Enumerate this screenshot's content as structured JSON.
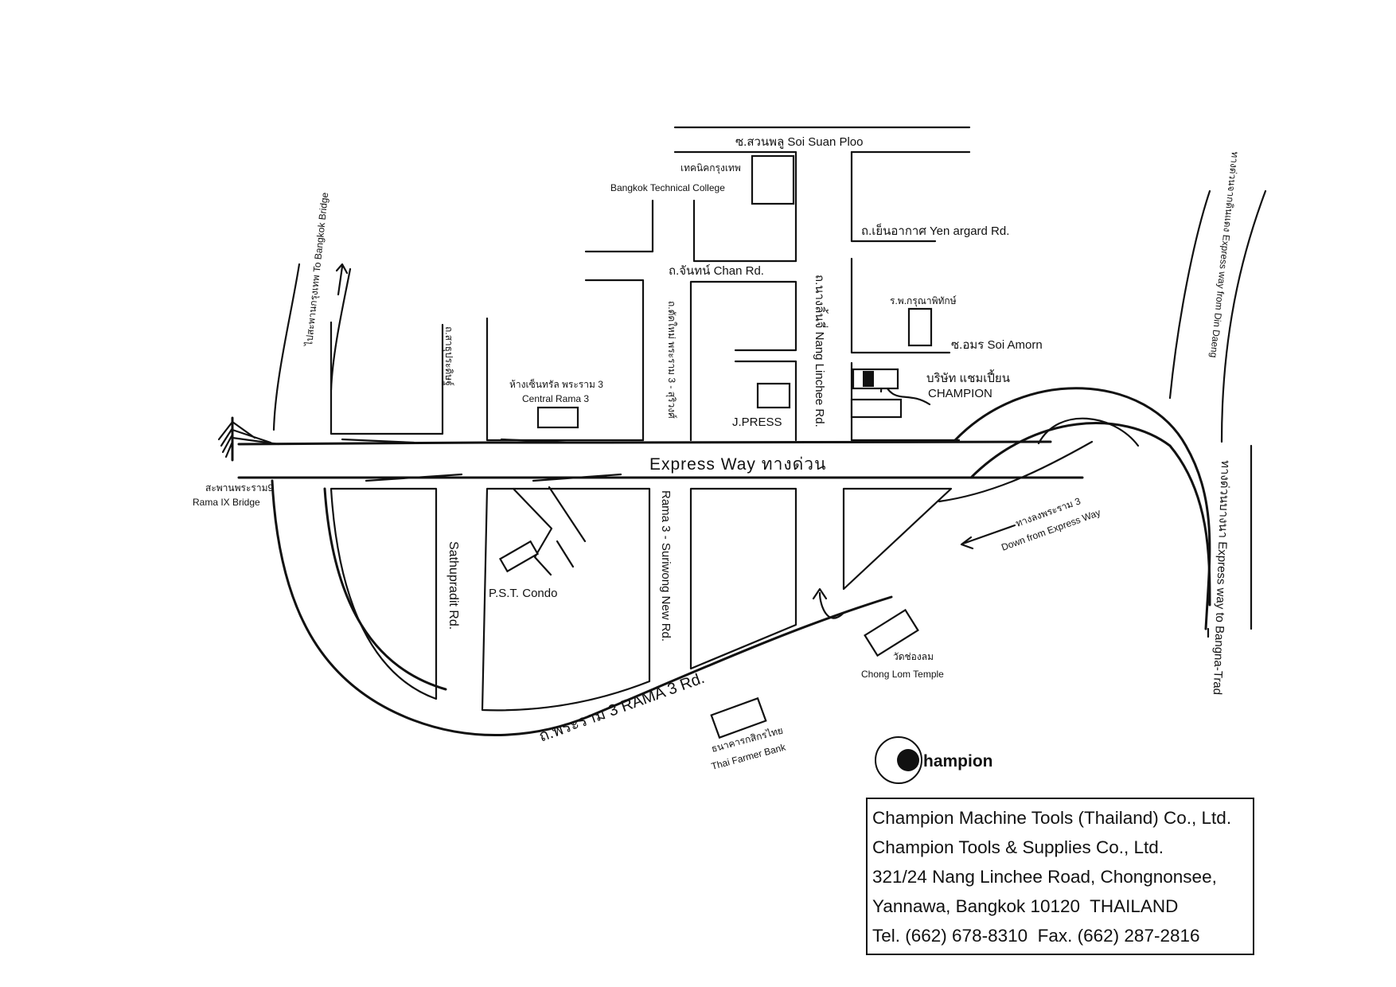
{
  "labels": {
    "soi_suan_ploo": "ซ.สวนพลู  Soi Suan Ploo",
    "tech_college_th": "เทคนิคกรุงเทพ",
    "tech_college_en": "Bangkok Technical College",
    "yen_argard": "ถ.เย็นอากาศ  Yen argard Rd.",
    "chan_rd": "ถ.จันทน์  Chan Rd.",
    "hospital": "ร.พ.กรุณาพิทักษ์",
    "soi_amorn": "ซ.อมร  Soi Amorn",
    "champion_th": "บริษัท แชมเปี้ยน",
    "champion_en": "CHAMPION",
    "nang_linchee": "ถ.นางลิ้นจี่  Nang Linchee Rd.",
    "jpress": "J.PRESS",
    "rama3_suriwong_th": "ถ.ตัดใหม่ พระราม 3 - สุริวงศ์",
    "central_th": "ห้างเซ็นทรัล พระราม 3",
    "central_en": "Central Rama 3",
    "sathupradit_th": "ถ.สาธุประดิษฐ์",
    "to_bangkok_bridge": "ไปสะพานกรุงเทพ  To Bangkok Bridge",
    "expressway": "Express Way  ทางด่วน",
    "rama9_bridge_th": "สะพานพระราม9",
    "rama9_bridge_en": "Rama IX Bridge",
    "sathupradit_en": "Sathupradit Rd.",
    "pst_condo": "P.S.T. Condo",
    "rama3_suriwong_en": "Rama 3 - Suriwong New Rd.",
    "down_express_th": "ทางลงพระราม 3",
    "down_express_en": "Down from Express Way",
    "chong_lom_th": "วัดช่องลม",
    "chong_lom_en": "Chong Lom Temple",
    "rama3_rd": "ถ.พระราม 3  RAMA 3 Rd.",
    "thai_farmer_th": "ธนาคารกสิกรไทย",
    "thai_farmer_en": "Thai Farmer Bank",
    "from_din_daeng": "ทางด่วนจากดินแดง  Express way from Din Daeng",
    "to_bangna": "ทางด่วนบางนา  Express way to Bangna-Trad"
  },
  "logo": {
    "text": "hampion"
  },
  "address": {
    "line1": "Champion Machine Tools (Thailand) Co., Ltd.",
    "line2": "Champion Tools & Supplies Co., Ltd.",
    "line3": "321/24 Nang Linchee Road, Chongnonsee,",
    "line4": "Yannawa, Bangkok 10120  THAILAND",
    "line5": "Tel. (662) 678-8310  Fax. (662) 287-2816"
  }
}
